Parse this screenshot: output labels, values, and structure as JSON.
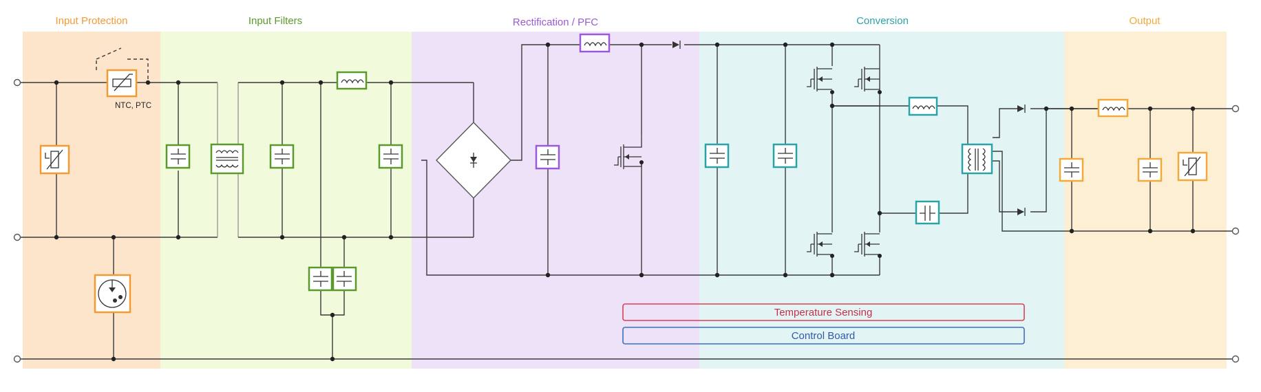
{
  "sections": [
    {
      "id": "input-protection",
      "title": "Input Protection",
      "bg": "#fde5cc",
      "accent": "#f39a33"
    },
    {
      "id": "input-filters",
      "title": "Input Filters",
      "bg": "#f2fadc",
      "accent": "#5a9a2a"
    },
    {
      "id": "rectification",
      "title": "Rectification / PFC",
      "bg": "#eee2f8",
      "accent": "#9b59d6"
    },
    {
      "id": "conversion",
      "title": "Conversion",
      "bg": "#e3f4f4",
      "accent": "#2aa3a8"
    },
    {
      "id": "output",
      "title": "Output",
      "bg": "#fcefd3",
      "accent": "#f2a93a"
    }
  ],
  "labels": {
    "ntc_ptc": "NTC, PTC"
  },
  "bars": {
    "temperature": {
      "label": "Temperature Sensing",
      "color": "#d9405a"
    },
    "control": {
      "label": "Control Board",
      "color": "#3a6fc2"
    }
  }
}
